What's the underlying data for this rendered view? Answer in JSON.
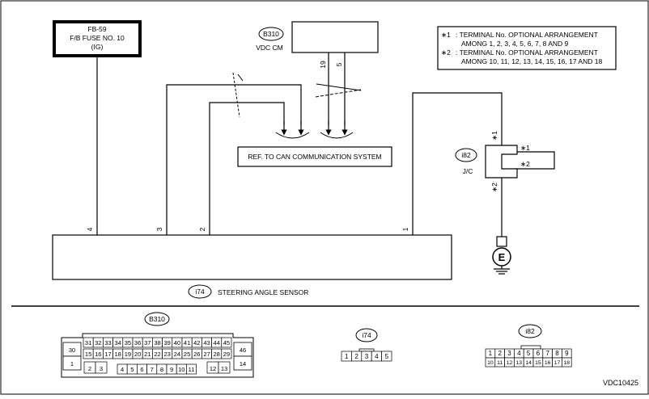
{
  "fuse": {
    "line1": "FB-59",
    "line2": "F/B FUSE NO. 10",
    "line3": "(IG)"
  },
  "vdc": {
    "connector": "B310",
    "label": "VDC CM",
    "pin_a": "19",
    "pin_b": "5"
  },
  "notes": {
    "n1_mark": "∗1",
    "n1_l1": ": TERMINAL No. OPTIONAL ARRANGEMENT",
    "n1_l2": "AMONG 1, 2, 3, 4, 5, 6, 7, 8 AND 9",
    "n2_mark": "∗2",
    "n2_l1": ": TERMINAL No. OPTIONAL ARRANGEMENT",
    "n2_l2": "AMONG 10, 11, 12, 13, 14, 15, 16, 17 AND 18"
  },
  "can_ref": "REF. TO CAN COMMUNICATION SYSTEM",
  "jc": {
    "connector": "i82",
    "label": "J/C",
    "mark1": "∗1",
    "mark2": "∗2"
  },
  "ground_symbol": "E",
  "sensor": {
    "connector": "i74",
    "label": "STEERING ANGLE SENSOR",
    "pins": [
      "4",
      "3",
      "2",
      "1"
    ]
  },
  "connectors": {
    "b310": {
      "name": "B310",
      "top_row": [
        "31",
        "32",
        "33",
        "34",
        "35",
        "36",
        "37",
        "38",
        "39",
        "40",
        "41",
        "42",
        "43",
        "44",
        "45"
      ],
      "mid_row": [
        "15",
        "16",
        "17",
        "18",
        "19",
        "20",
        "21",
        "22",
        "23",
        "24",
        "25",
        "26",
        "27",
        "28",
        "29"
      ],
      "bot_row": [
        "4",
        "5",
        "6",
        "7",
        "8",
        "9",
        "10",
        "11"
      ],
      "bot_left": [
        "2",
        "3"
      ],
      "bot_right": [
        "12",
        "13"
      ],
      "left": [
        "30",
        "1"
      ],
      "right": [
        "46",
        "14"
      ]
    },
    "i74": {
      "name": "i74",
      "pins": [
        "1",
        "2",
        "3",
        "4",
        "5"
      ]
    },
    "i82": {
      "name": "i82",
      "top_row": [
        "1",
        "2",
        "3",
        "4",
        "5",
        "6",
        "7",
        "8",
        "9"
      ],
      "bot_row": [
        "10",
        "11",
        "12",
        "13",
        "14",
        "15",
        "16",
        "17",
        "18"
      ]
    }
  },
  "diagram_code": "VDC10425"
}
